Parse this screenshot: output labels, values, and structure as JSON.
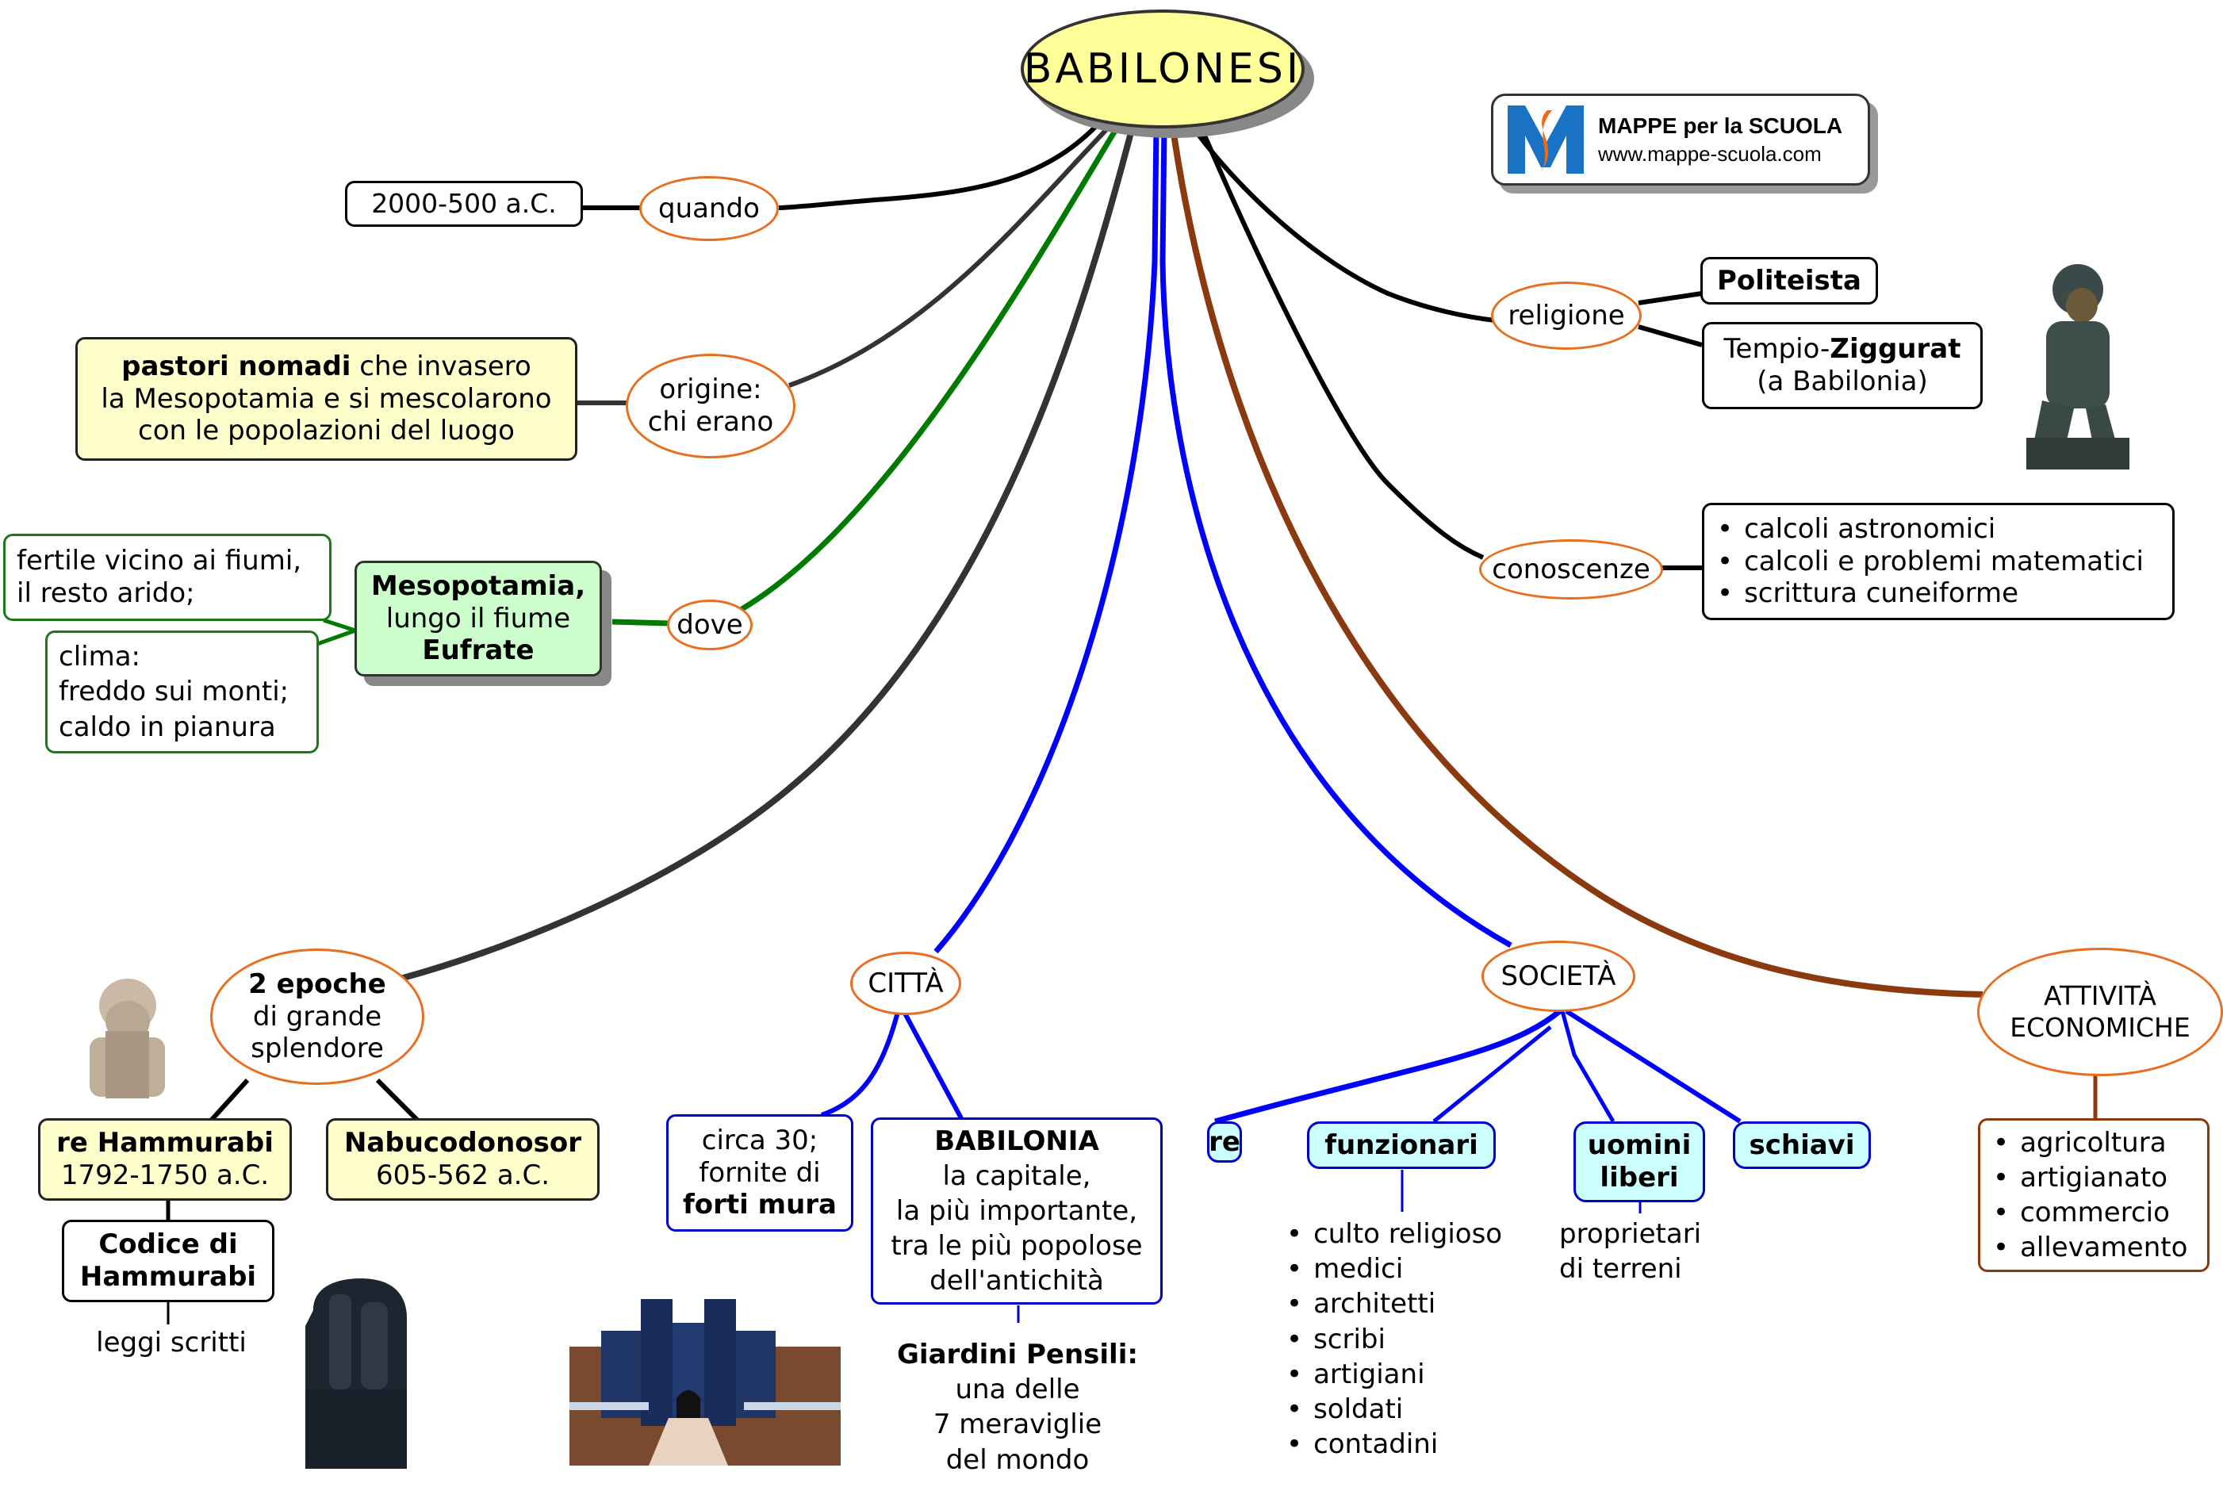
{
  "root": {
    "title": "BABILONESI"
  },
  "logo": {
    "title": "MAPPE per la SCUOLA",
    "url": "www.mappe-scuola.com",
    "icon": "mappe-scuola-logo-icon"
  },
  "colors": {
    "black_link": "#000000",
    "grey_link": "#333333",
    "green_link": "#007a00",
    "blue_link": "#0000ff",
    "brown_link": "#8b3a0f",
    "ellipse_border": "#e86f1f",
    "root_fill": "#ffff99"
  },
  "quando": {
    "label": "quando",
    "value": "2000-500 a.C."
  },
  "origine": {
    "label_line1": "origine:",
    "label_line2": "chi erano",
    "text_bold": "pastori nomadi",
    "text_rest1": " che invasero",
    "text_line2": "la Mesopotamia e si mescolarono",
    "text_line3": "con le popolazioni del luogo"
  },
  "dove": {
    "label": "dove",
    "main_bold1": "Mesopotamia,",
    "main_line2": "lungo il fiume",
    "main_bold3": "Eufrate",
    "fertile_line1": "fertile vicino ai fiumi,",
    "fertile_line2": "il resto arido;",
    "clima_line1": "clima:",
    "clima_line2": "freddo sui monti;",
    "clima_line3": "caldo in pianura"
  },
  "religione": {
    "label": "religione",
    "item1": "Politeista",
    "item2_prefix": "Tempio-",
    "item2_bold": "Ziggurat",
    "item2_line2": "(a Babilonia)"
  },
  "conoscenze": {
    "label": "conoscenze",
    "items": [
      "calcoli astronomici",
      "calcoli e problemi matematici",
      "scrittura cuneiforme"
    ]
  },
  "epoche": {
    "label_bold": "2 epoche",
    "label_line2": "di grande",
    "label_line3": "splendore",
    "hammurabi_name": "re Hammurabi",
    "hammurabi_dates": "1792-1750 a.C.",
    "nabu_name": "Nabucodonosor",
    "nabu_dates": "605-562 a.C.",
    "codice_line1": "Codice di",
    "codice_line2": "Hammurabi",
    "leggi": "leggi scritti"
  },
  "citta": {
    "label": "CITTÀ",
    "mura_line1": "circa 30;",
    "mura_line2": "fornite di",
    "mura_bold": "forti mura",
    "babilonia_bold": "BABILONIA",
    "babilonia_line2": "la capitale,",
    "babilonia_line3": "la più importante,",
    "babilonia_line4": "tra le più popolose",
    "babilonia_line5": "dell'antichità",
    "giardini_bold": "Giardini Pensili:",
    "giardini_line2": "una delle",
    "giardini_line3": "7 meraviglie",
    "giardini_line4": "del mondo"
  },
  "societa": {
    "label": "SOCIETÀ",
    "re": "re",
    "funzionari": "funzionari",
    "uomini_line1": "uomini",
    "uomini_line2": "liberi",
    "schiavi": "schiavi",
    "funzionari_items": [
      "culto religioso",
      "medici",
      "architetti",
      "scribi",
      "artigiani",
      "soldati",
      "contadini"
    ],
    "liberi_line1": "proprietari",
    "liberi_line2": "di terreni"
  },
  "attivita": {
    "label_line1": "ATTIVITÀ",
    "label_line2": "ECONOMICHE",
    "items": [
      "agricoltura",
      "artigianato",
      "commercio",
      "allevamento"
    ]
  },
  "images": {
    "statue": "kneeling-statue-image",
    "bust": "hammurabi-bust-image",
    "stele": "code-stele-image",
    "gate": "ishtar-gate-model-image"
  }
}
